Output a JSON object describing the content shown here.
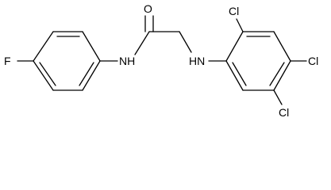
{
  "molecule": {
    "atoms": {
      "fluorine": "F",
      "amide_nitrogen": "NH",
      "carbonyl_oxygen": "O",
      "amine_nitrogen": "HN",
      "chlorine_2": "Cl",
      "chlorine_4": "Cl",
      "chlorine_5": "Cl"
    },
    "colors": {
      "bond": "#000000",
      "label": "#000000",
      "background": "#ffffff"
    }
  }
}
